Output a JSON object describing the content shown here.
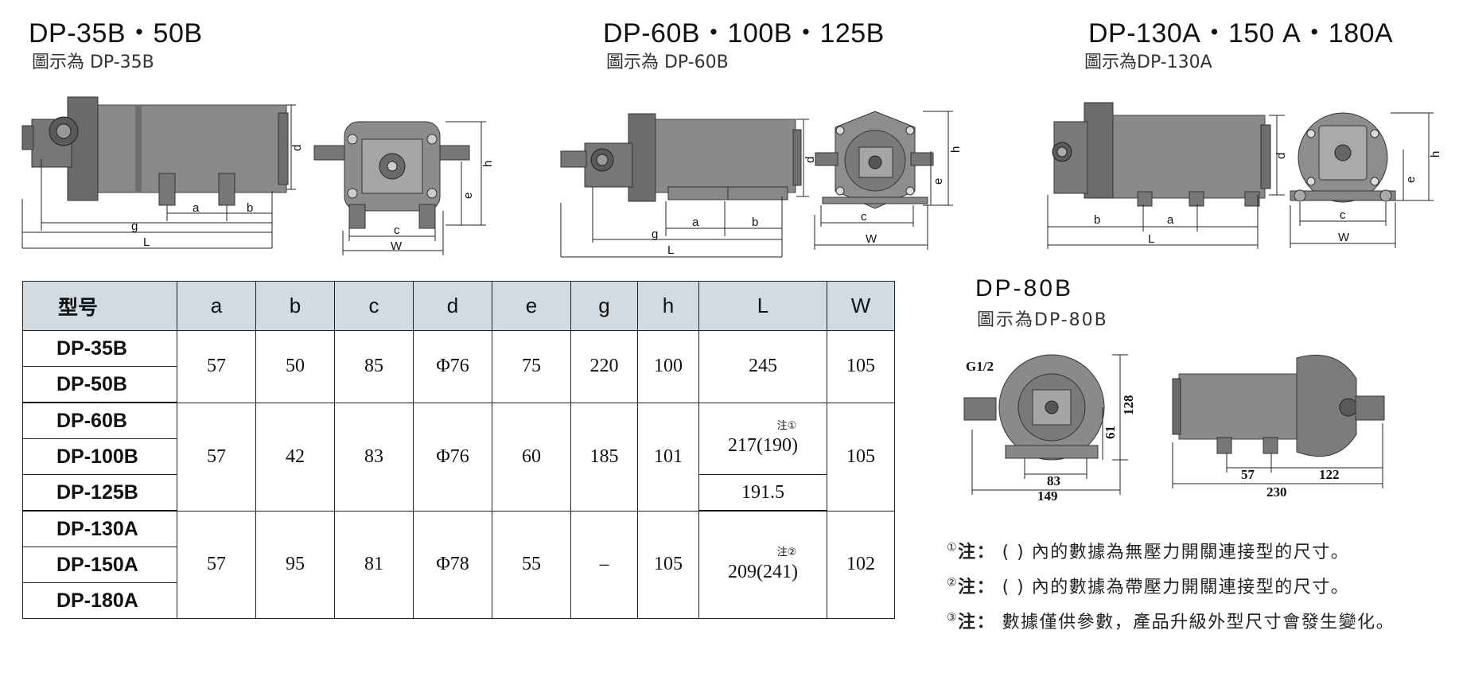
{
  "headings": {
    "group1_title": "DP-35B・50B",
    "group1_caption": "圖示為 DP-35B",
    "group2_title": "DP-60B・100B・125B",
    "group2_caption": "圖示為 DP-60B",
    "group3_title": "DP-130A・150 A・180A",
    "group3_caption": "圖示為DP-130A",
    "group4_title": "DP-80B",
    "group4_caption": "圖示為DP-80B"
  },
  "dimension_labels": {
    "a": "a",
    "b": "b",
    "c": "c",
    "d": "d",
    "e": "e",
    "g": "g",
    "h": "h",
    "L": "L",
    "W": "W",
    "dp80_inlet": "G1/2",
    "dp80_83": "83",
    "dp80_149": "149",
    "dp80_61": "61",
    "dp80_128": "128",
    "dp80_57": "57",
    "dp80_122": "122",
    "dp80_230": "230"
  },
  "table": {
    "headers": [
      "型号",
      "a",
      "b",
      "c",
      "d",
      "e",
      "g",
      "h",
      "L",
      "W"
    ],
    "group1": {
      "models": [
        "DP-35B",
        "DP-50B"
      ],
      "a": "57",
      "b": "50",
      "c": "85",
      "d": "Φ76",
      "e": "75",
      "g": "220",
      "h": "100",
      "L": "245",
      "W": "105"
    },
    "group2": {
      "models": [
        "DP-60B",
        "DP-100B",
        "DP-125B"
      ],
      "a": "57",
      "b": "42",
      "c": "83",
      "d": "Φ76",
      "e": "60",
      "g": "185",
      "h": "101",
      "L_note": "注①",
      "L": "217(190)",
      "L_125": "191.5",
      "W": "105"
    },
    "group3": {
      "models": [
        "DP-130A",
        "DP-150A",
        "DP-180A"
      ],
      "a": "57",
      "b": "95",
      "c": "81",
      "d": "Φ78",
      "e": "55",
      "g": "–",
      "h": "105",
      "L_note": "注②",
      "L": "209(241)",
      "W": "102"
    }
  },
  "notes": [
    {
      "mark": "①",
      "label": "注：",
      "text": "( ) 內的數據為無壓力開關連接型的尺寸。"
    },
    {
      "mark": "②",
      "label": "注：",
      "text": "( ) 內的數據為帶壓力開關連接型的尺寸。"
    },
    {
      "mark": "③",
      "label": "注：",
      "text": "數據僅供參數，產品升級外型尺寸會發生變化。"
    }
  ],
  "colors": {
    "header_bg": "#d2dbe2",
    "pump_body": "#8c8c8c",
    "pump_dark": "#5e5e5e"
  }
}
